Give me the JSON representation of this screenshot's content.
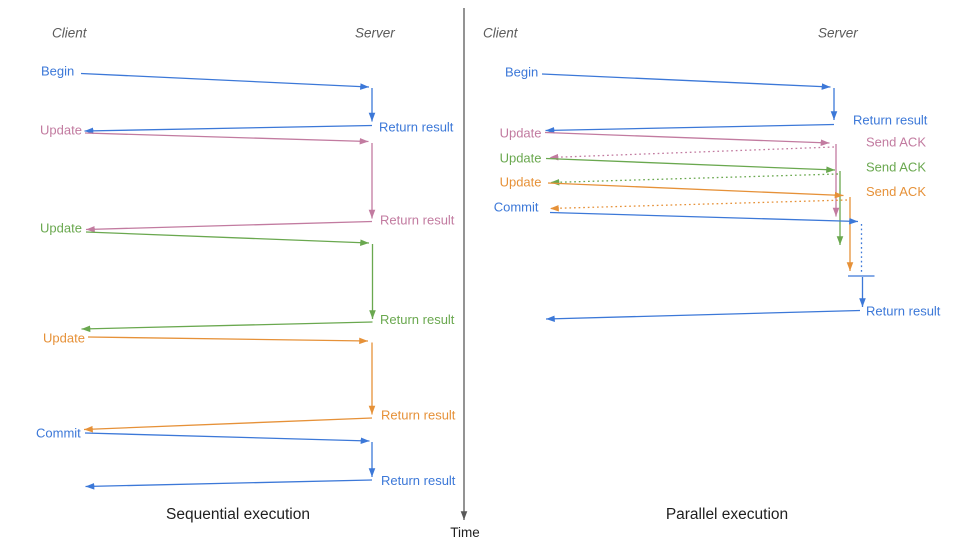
{
  "colors": {
    "blue": "#3c78d8",
    "magenta": "#c27ba0",
    "green": "#6aa84f",
    "orange": "#e69138",
    "axis_gray": "#595959",
    "header_gray": "#5b5b5b",
    "title_black": "#1f1f1f"
  },
  "left": {
    "title": "Sequential execution",
    "client_label": "Client",
    "server_label": "Server",
    "ops": [
      {
        "label": "Begin",
        "color": "blue",
        "response": "Return result"
      },
      {
        "label": "Update",
        "color": "magenta",
        "response": "Return result"
      },
      {
        "label": "Update",
        "color": "green",
        "response": "Return result"
      },
      {
        "label": "Update",
        "color": "orange",
        "response": "Return result"
      },
      {
        "label": "Commit",
        "color": "blue",
        "response": "Return result"
      }
    ]
  },
  "right": {
    "title": "Parallel execution",
    "client_label": "Client",
    "server_label": "Server",
    "ops": [
      {
        "label": "Begin",
        "color": "blue",
        "response": "Return result"
      },
      {
        "label": "Update",
        "color": "magenta",
        "response": "Send ACK"
      },
      {
        "label": "Update",
        "color": "green",
        "response": "Send ACK"
      },
      {
        "label": "Update",
        "color": "orange",
        "response": "Send ACK"
      },
      {
        "label": "Commit",
        "color": "blue",
        "response": "Return result"
      }
    ]
  },
  "time_axis": {
    "label": "Time"
  }
}
